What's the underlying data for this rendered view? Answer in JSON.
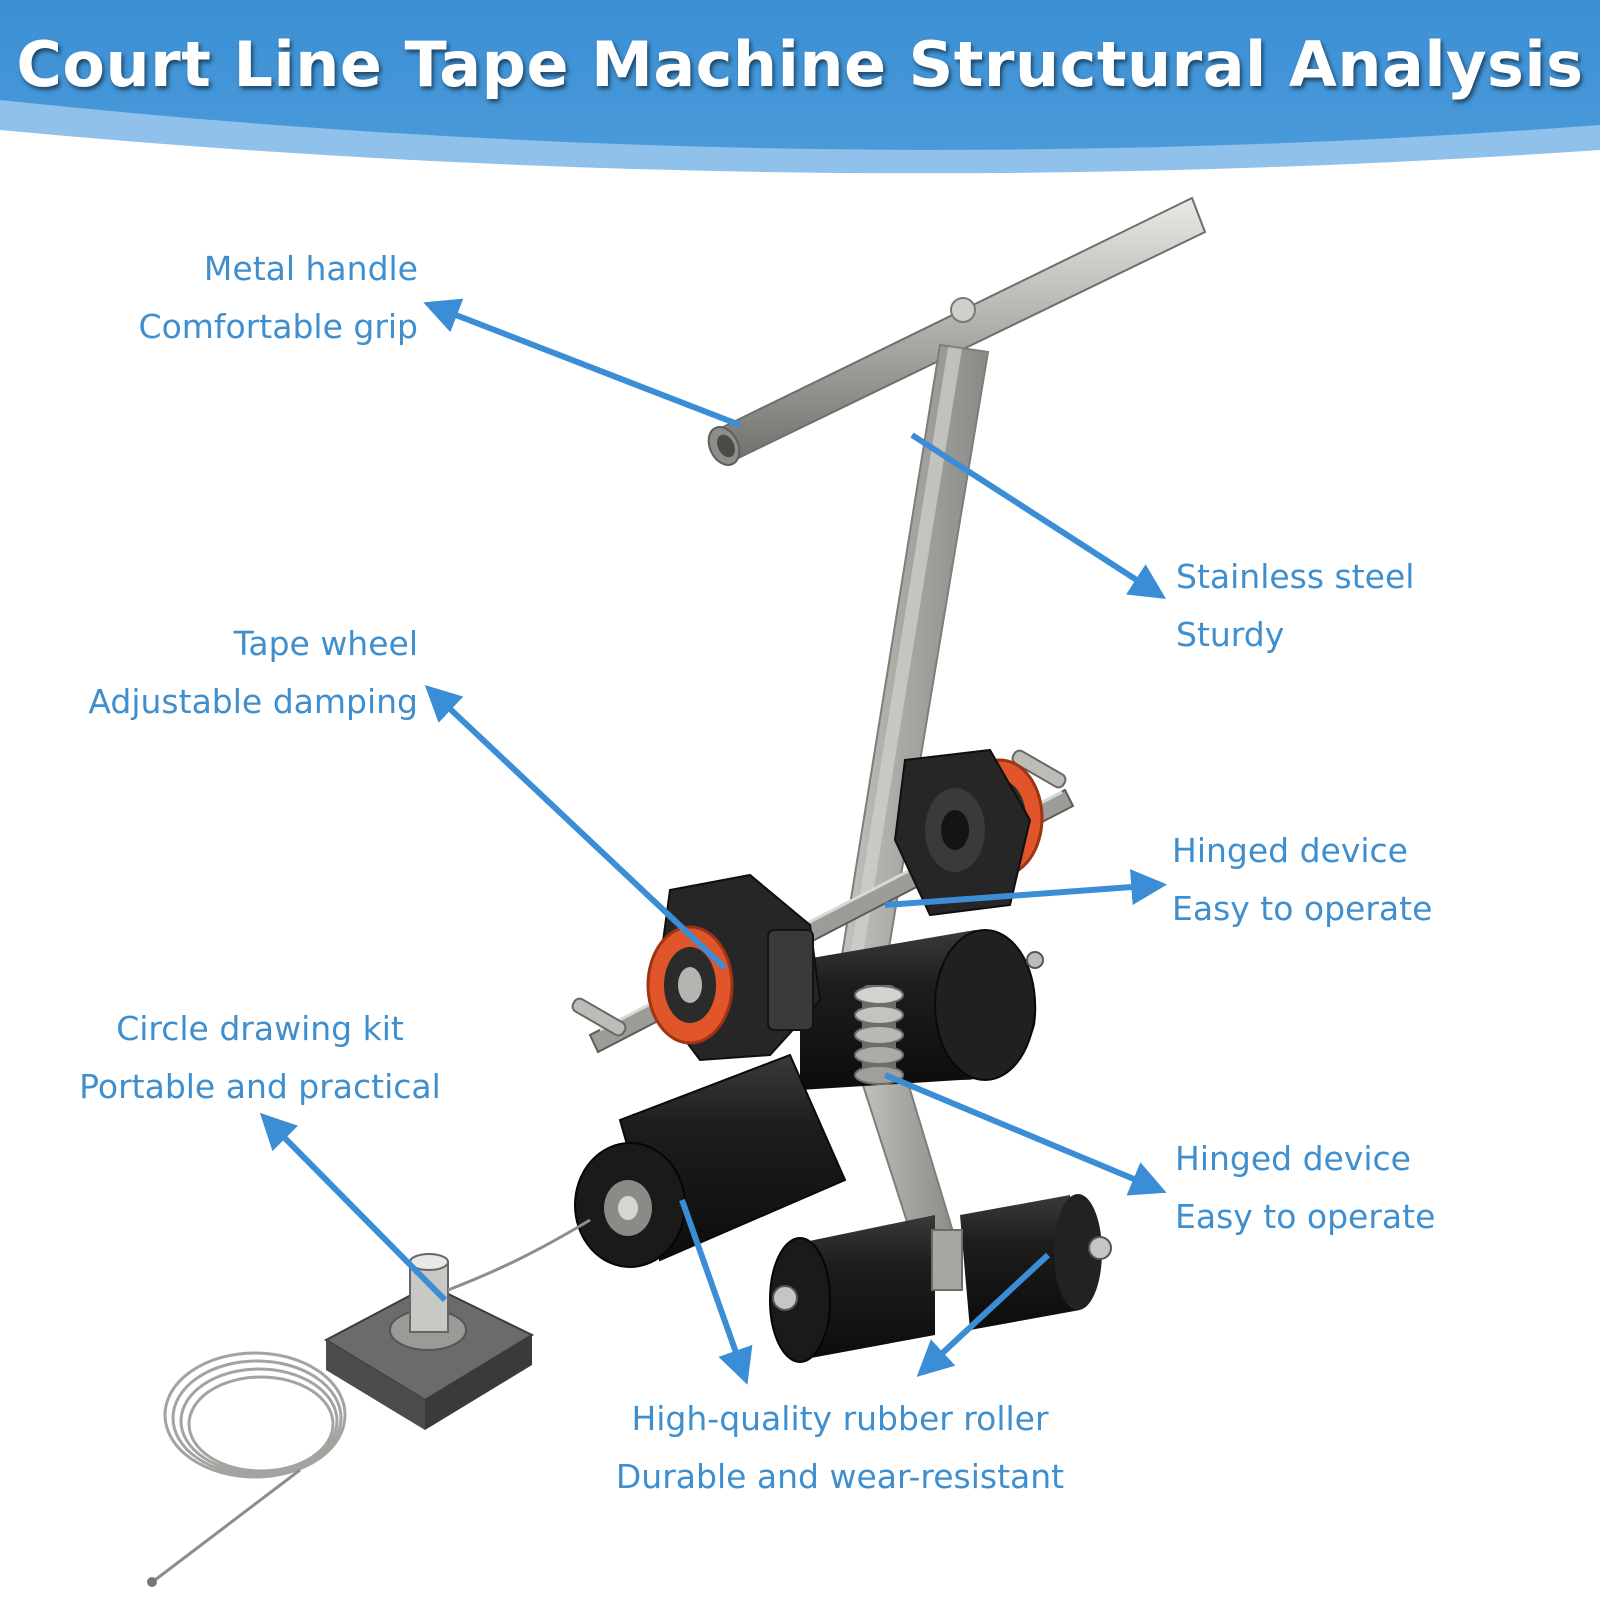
{
  "title": "Court Line Tape Machine Structural Analysis",
  "colors": {
    "banner_top": "#3f93d6",
    "banner_bottom": "#8fc1ea",
    "label_text": "#3f8fcf",
    "arrow": "#3b8ed6",
    "steel": "#b8b8b4",
    "rubber": "#1c1c1c",
    "gear": "#e0552a"
  },
  "callouts": {
    "metal_handle": {
      "line1": "Metal handle",
      "line2": "Comfortable grip"
    },
    "stainless_steel": {
      "line1": "Stainless steel",
      "line2": "Sturdy"
    },
    "tape_wheel": {
      "line1": "Tape wheel",
      "line2": "Adjustable damping"
    },
    "hinged_device_upper": {
      "line1": "Hinged device",
      "line2": "Easy to operate"
    },
    "circle_drawing_kit": {
      "line1": "Circle drawing kit",
      "line2": "Portable and practical"
    },
    "hinged_device_lower": {
      "line1": "Hinged device",
      "line2": "Easy to operate"
    },
    "rubber_roller": {
      "line1": "High-quality rubber roller",
      "line2": "Durable and wear-resistant"
    }
  }
}
